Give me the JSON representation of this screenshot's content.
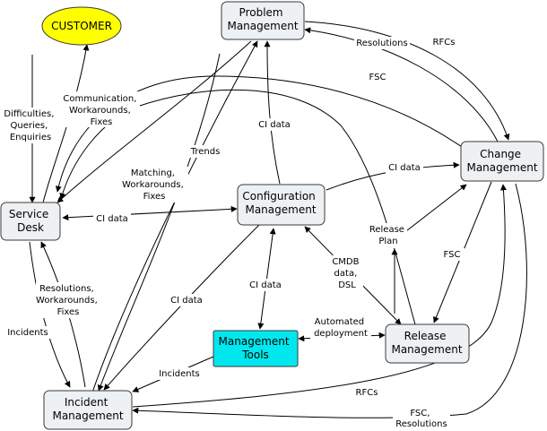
{
  "colors": {
    "customer_fill": "#ffff00",
    "tools_fill": "#00e8ee",
    "default_fill": "#eef1f4",
    "stroke": "#3a3a3a"
  },
  "nodes": {
    "customer": [
      "CUSTOMER"
    ],
    "problem": [
      "Problem",
      "Management"
    ],
    "change": [
      "Change",
      "Management"
    ],
    "service_desk": [
      "Service",
      "Desk"
    ],
    "configuration": [
      "Configuration",
      "Management"
    ],
    "tools": [
      "Management",
      "Tools"
    ],
    "release": [
      "Release",
      "Management"
    ],
    "incident": [
      "Incident",
      "Management"
    ]
  },
  "edge_labels": {
    "difficulties": [
      "Difficulties,",
      "Queries,",
      "Enquiries"
    ],
    "communication": [
      "Communication,",
      "Workarounds,",
      "Fixes"
    ],
    "resolutions_top": [
      "Resolutions"
    ],
    "rfcs_top": [
      "RFCs"
    ],
    "fsc_top": [
      "FSC"
    ],
    "ci_data_problem": [
      "CI data"
    ],
    "trends": [
      "Trends"
    ],
    "matching": [
      "Matching,",
      "Workarounds,",
      "Fixes"
    ],
    "ci_data_change": [
      "CI data"
    ],
    "ci_data_sd": [
      "CI data"
    ],
    "release_plan": [
      "Release",
      "Plan"
    ],
    "cmdb": [
      "CMDB",
      "data,",
      "DSL"
    ],
    "fsc_change": [
      "FSC"
    ],
    "ci_data_tools": [
      "CI data"
    ],
    "ci_data_incident": [
      "CI data"
    ],
    "resolutions_sd": [
      "Resolutions,",
      "Workarounds,",
      "Fixes"
    ],
    "incidents_sd": [
      "Incidents"
    ],
    "automated": [
      "Automated",
      "deployment"
    ],
    "incidents_tools": [
      "Incidents"
    ],
    "rfcs_bottom": [
      "RFCs"
    ],
    "fsc_resolutions": [
      "FSC,",
      "Resolutions"
    ]
  }
}
